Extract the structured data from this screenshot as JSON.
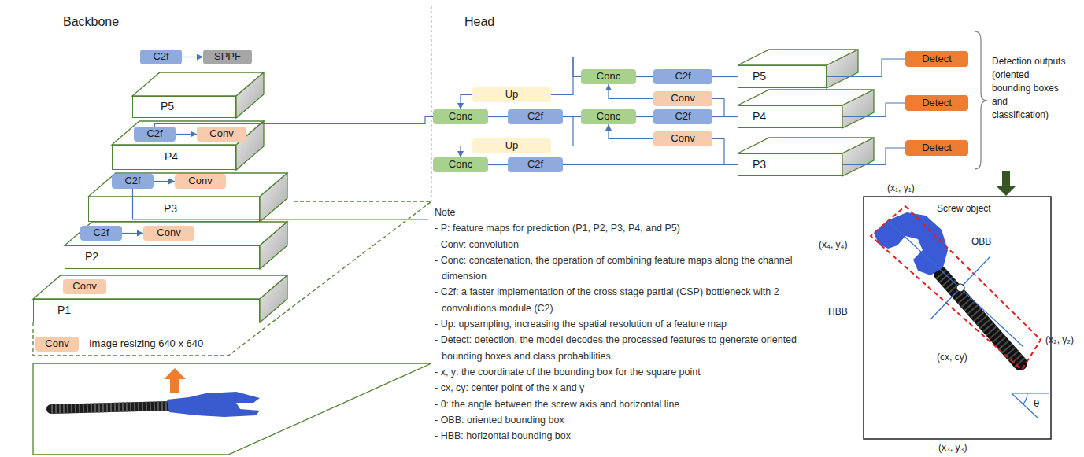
{
  "diagram": {
    "nodes": [
      {
        "text": [
          "C2f"
        ]
      },
      {
        "text": [
          "SPPF"
        ]
      },
      {
        "text": [
          "P5"
        ]
      },
      {
        "text": [
          "C2f"
        ]
      },
      {
        "text": [
          "Conv"
        ]
      },
      {
        "text": [
          "P4"
        ]
      },
      {
        "text": [
          "C2f"
        ]
      },
      {
        "text": [
          "Conv"
        ]
      },
      {
        "text": [
          "P3"
        ]
      },
      {
        "text": [
          "C2f"
        ]
      },
      {
        "text": [
          "Conv"
        ]
      },
      {
        "text": [
          "P2"
        ]
      },
      {
        "text": [
          "Conv"
        ]
      },
      {
        "text": [
          "P1"
        ]
      },
      {
        "text": [
          "Conv"
        ]
      },
      {
        "text": [
          "Conc"
        ]
      },
      {
        "text": [
          "C2f"
        ]
      },
      {
        "text": [
          "P5"
        ]
      },
      {
        "text": [
          "Detect"
        ]
      },
      {
        "text": [
          "Up"
        ]
      },
      {
        "text": [
          "Conv"
        ]
      },
      {
        "text": [
          "Conc"
        ]
      },
      {
        "text": [
          "C2f"
        ]
      },
      {
        "text": [
          "Conc"
        ]
      },
      {
        "text": [
          "C2f"
        ]
      },
      {
        "text": [
          "P4"
        ]
      },
      {
        "text": [
          "Detect"
        ]
      },
      {
        "text": [
          "Conv"
        ]
      },
      {
        "text": [
          "Up"
        ]
      },
      {
        "text": [
          "Conc"
        ]
      },
      {
        "text": [
          "C2f"
        ]
      },
      {
        "text": [
          "P3"
        ]
      },
      {
        "text": [
          "Detect"
        ]
      }
    ],
    "edges": [
      {
        "from": 0,
        "to": 1,
        "arrow": "to"
      },
      {
        "from": 3,
        "to": 4,
        "arrow": "to"
      },
      {
        "from": 6,
        "to": 7,
        "arrow": "to"
      },
      {
        "from": 9,
        "to": 10,
        "arrow": "to"
      },
      {
        "from": 1,
        "to": 15,
        "arrow": "none"
      },
      {
        "from": 1,
        "to": 19,
        "arrow": "none"
      },
      {
        "from": 19,
        "to": 21,
        "arrow": "to"
      },
      {
        "from": 3,
        "to": 21,
        "arrow": "none"
      },
      {
        "from": 21,
        "to": 22,
        "arrow": "none"
      },
      {
        "from": 22,
        "to": 28,
        "arrow": "none"
      },
      {
        "from": 22,
        "to": 23,
        "arrow": "none"
      },
      {
        "from": 28,
        "to": 29,
        "arrow": "to"
      },
      {
        "from": 29,
        "to": 30,
        "arrow": "none"
      },
      {
        "from": 30,
        "to": 31,
        "arrow": "none"
      },
      {
        "from": 31,
        "to": 27,
        "arrow": "none"
      },
      {
        "from": 27,
        "to": 23,
        "arrow": "to"
      },
      {
        "from": 23,
        "to": 24,
        "arrow": "none"
      },
      {
        "from": 24,
        "to": 25,
        "arrow": "none"
      },
      {
        "from": 25,
        "to": 20,
        "arrow": "none"
      },
      {
        "from": 20,
        "to": 15,
        "arrow": "to"
      },
      {
        "from": 15,
        "to": 16,
        "arrow": "none"
      },
      {
        "from": 16,
        "to": 17,
        "arrow": "none"
      },
      {
        "from": 17,
        "to": 18,
        "arrow": "none"
      },
      {
        "from": 25,
        "to": 26,
        "arrow": "none"
      },
      {
        "from": 31,
        "to": 32,
        "arrow": "none"
      }
    ],
    "labels": [
      "Backbone",
      "Head",
      "Image resizing 640 x 640",
      "Detection outputs (oriented bounding boxes and classification)",
      "Note",
      "- P: feature maps for prediction (P1, P2, P3, P4, and P5)",
      "- Conv: convolution",
      "- Conc: concatenation, the operation of combining feature maps along the channel dimension",
      "- C2f: a faster implementation of the cross stage partial (CSP) bottleneck with 2 convolutions module (C2)",
      "- Up: upsampling, increasing the spatial resolution of a feature map",
      "- Detect: detection, the model decodes the processed features to generate oriented bounding boxes and class probabilities.",
      "- x, y: the coordinate of the bounding box for the square point",
      "- cx, cy: center point of the x and y",
      "- θ: the angle between the screw axis and horizontal line",
      "- OBB: oriented bounding box",
      "- HBB: horizontal bounding box",
      "(x₁, y₁)",
      "Screw object",
      "(x₄, y₄)",
      "OBB",
      "HBB",
      "(cx, cy)",
      "(x₂, y₂)",
      "θ",
      "(x₃, y₃)"
    ]
  }
}
